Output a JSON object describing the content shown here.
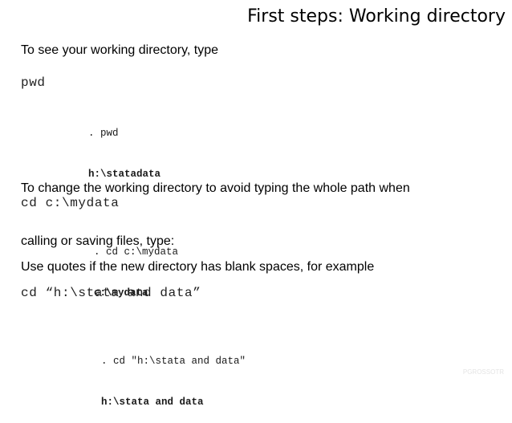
{
  "slide": {
    "title": "First steps: Working directory",
    "intro_text": "To see your working directory, type",
    "cmd_pwd": "pwd",
    "out_pwd": {
      "line1": ". pwd",
      "line2": "h:\\statadata"
    },
    "change_text_line1": "To change the working directory to avoid typing the whole path when",
    "change_text_line2": "calling or saving files, type:",
    "cmd_cd": "cd c:\\mydata",
    "out_cd": {
      "line1": ". cd c:\\mydata",
      "line2": "c:\\mydata"
    },
    "quotes_text": "Use quotes if the new directory has blank spaces, for example",
    "cmd_cd_quotes": "cd “h:\\stata and data”",
    "out_cd_quotes": {
      "line1": ". cd \"h:\\stata and data\"",
      "line2": "h:\\stata and data"
    },
    "watermark": "PGROSSOTR"
  }
}
